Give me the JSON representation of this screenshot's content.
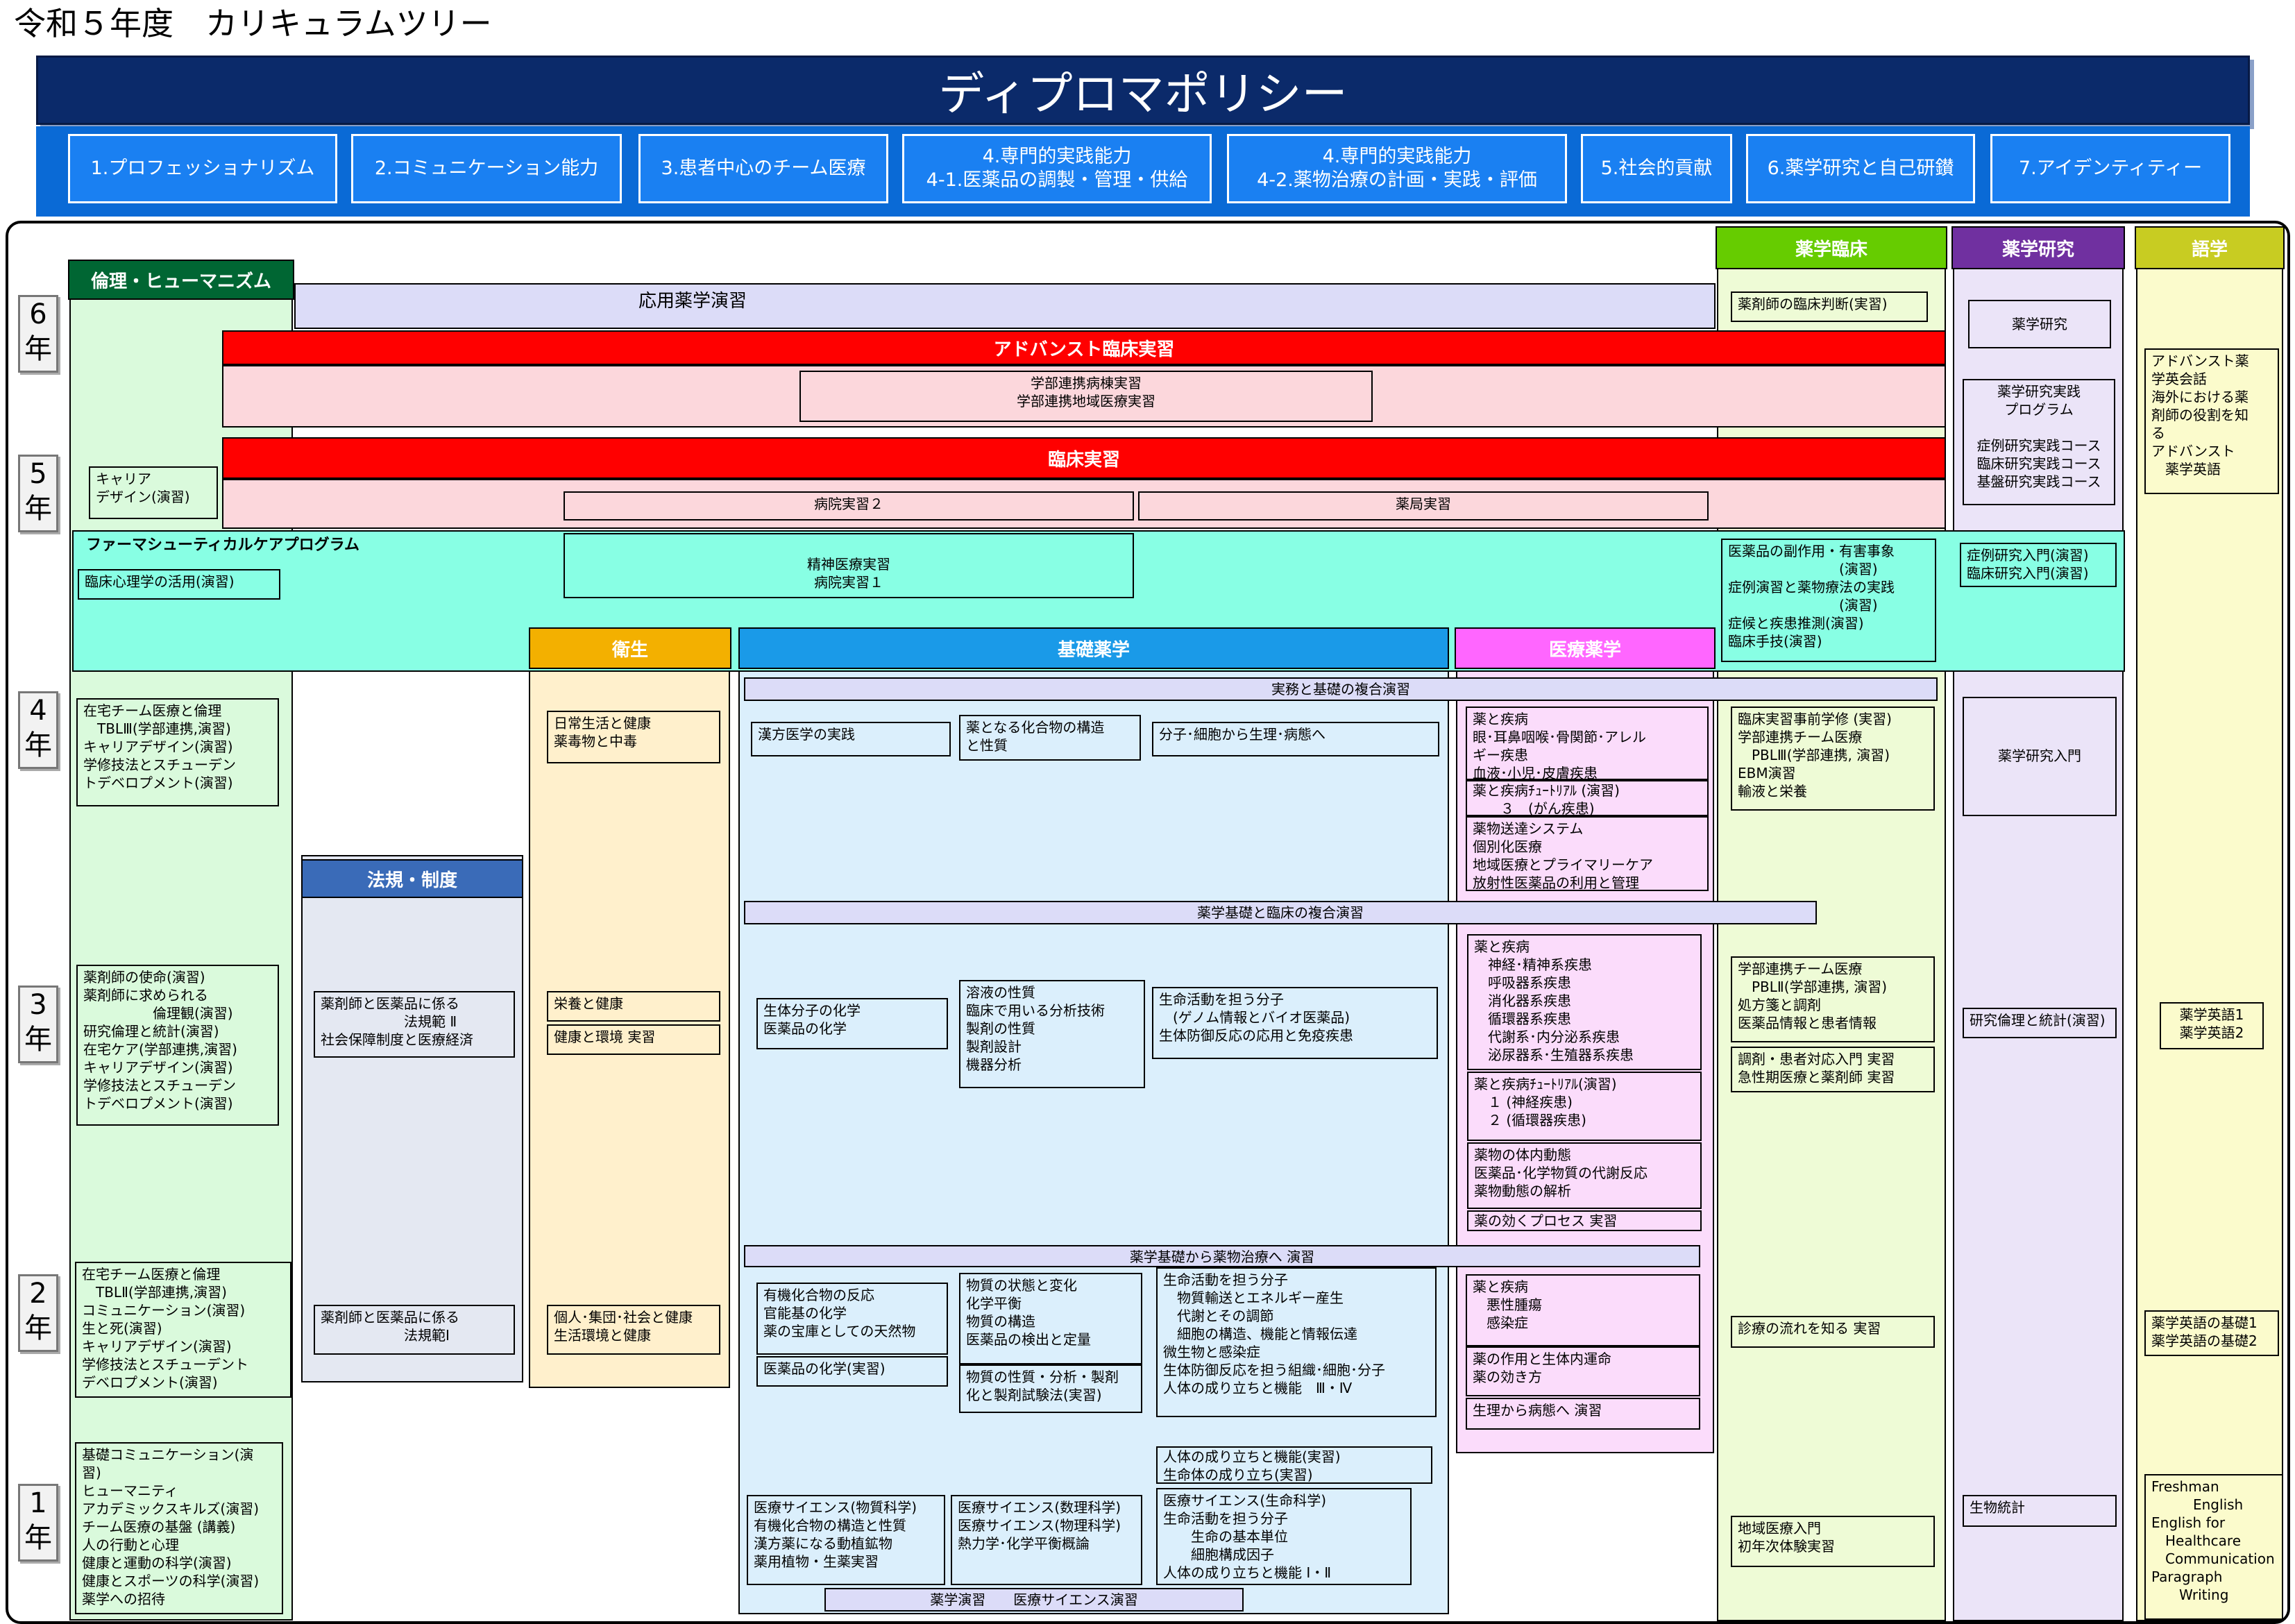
{
  "page_title": "令和５年度　カリキュラムツリー",
  "diploma_policy": {
    "title": "ディプロマポリシー",
    "items": [
      "1.プロフェッショナリズム",
      "2.コミュニケーション能力",
      "3.患者中心のチーム医療",
      "4.専門的実践能力\n4-1.医薬品の調製・管理・供給",
      "4.専門的実践能力\n4-2.薬物治療の計画・実践・評価",
      "5.社会的貢献",
      "6.薬学研究と自己研鑚",
      "7.アイデンティティー"
    ]
  },
  "years": [
    "6\n年",
    "5\n年",
    "4\n年",
    "3\n年",
    "2\n年",
    "1\n年"
  ],
  "headers": {
    "ethics": "倫理・ヒューマニズム",
    "clinical": "薬学臨床",
    "research": "薬学研究",
    "language": "語学",
    "hygiene": "衛生",
    "basic": "基礎薬学",
    "medical": "医療薬学",
    "law": "法規・制度",
    "advanced": "アドバンスト臨床実習",
    "practice": "臨床実習",
    "pharma_care": "ファーマシューティカルケアプログラム"
  },
  "bars": {
    "applied": "応用薬学演習",
    "jitsumu": "実務と基礎の複合演習",
    "kiso_rinsho": "薬学基礎と臨床の複合演習",
    "kiso_yakubutsu": "薬学基礎から薬物治療へ 演習",
    "yakugaku_enshu": "薬学演習　　医療サイエンス演習"
  },
  "boxes": {
    "gakubu_renkei": "学部連携病棟実習\n学部連携地域医療実習",
    "career5": "キャリア\nデザイン(演習)",
    "byoin2": "病院実習２",
    "yakkyoku": "薬局実習",
    "rinsho_shinri": "臨床心理学の活用(演習)",
    "seishin": "精神医療実習\n病院実習１",
    "eth4": "在宅チーム医療と倫理\n　TBLⅢ(学部連携,演習)\nキャリアデザイン(演習)\n学修技法とスチューデン\nトデベロプメント(演習)",
    "eth3": "薬剤師の使命(演習)\n薬剤師に求められる\n　　　　　倫理観(演習)\n研究倫理と統計(演習)\n在宅ケア(学部連携,演習)\nキャリアデザイン(演習)\n学修技法とスチューデン\nトデベロプメント(演習)",
    "eth2": "在宅チーム医療と倫理\n　TBLⅡ(学部連携,演習)\nコミュニケーション(演習)\n生と死(演習)\nキャリアデザイン(演習)\n学修技法とスチューデント\nデベロプメント(演習)",
    "eth1": "基礎コミュニケーション(演\n習)\nヒューマニティ\nアカデミックスキルズ(演習)\nチーム医療の基盤 (講義)\n人の行動と心理\n健康と運動の科学(演習)\n健康とスポーツの科学(演習)\n薬学への招待",
    "law3": "薬剤師と医薬品に係る\n　　　　　　法規範 Ⅱ\n社会保障制度と医療経済",
    "law2": "薬剤師と医薬品に係る\n　　　　　　法規範Ⅰ",
    "hyg4": "日常生活と健康\n薬毒物と中毒",
    "hyg3a": "栄養と健康",
    "hyg3b": "健康と環境 実習",
    "hyg2": "個人･集団･社会と健康\n生活環境と健康",
    "b4a": "漢方医学の実践",
    "b4b": "薬となる化合物の構造\nと性質",
    "b4c": "分子･細胞から生理･病態へ",
    "b3a": "生体分子の化学\n医薬品の化学",
    "b3b": "溶液の性質\n臨床で用いる分析技術\n製剤の性質\n製剤設計\n機器分析",
    "b3c": "生命活動を担う分子\n　(ゲノム情報とバイオ医薬品)\n生体防御反応の応用と免疫疾患",
    "b2a": "有機化合物の反応\n官能基の化学\n薬の宝庫としての天然物",
    "b2a2": "医薬品の化学(実習)",
    "b2b": "物質の状態と変化\n化学平衡\n物質の構造\n医薬品の検出と定量",
    "b2b2": "物質の性質・分析・製剤\n化と製剤試験法(実習)",
    "b2c": "生命活動を担う分子\n　物質輸送とエネルギー産生\n　代謝とその調節\n　細胞の構造、機能と情報伝達\n微生物と感染症\n生体防御反応を担う組織･細胞･分子\n人体の成り立ちと機能　Ⅲ・Ⅳ",
    "b1top": "人体の成り立ちと機能(実習)\n生命体の成り立ち(実習)",
    "b1a": "医療サイエンス(物質科学)\n有機化合物の構造と性質\n漢方薬になる動植鉱物\n薬用植物・生薬実習",
    "b1b": "医療サイエンス(数理科学)\n医療サイエンス(物理科学)\n熱力学･化学平衡概論",
    "b1c": "医療サイエンス(生命科学)\n生命活動を担う分子\n　　生命の基本単位\n　　細胞構成因子\n人体の成り立ちと機能 Ⅰ・Ⅱ",
    "m4a": "薬と疾病\n眼･耳鼻咽喉･骨関節･アレル\nギー疾患\n血液･小児･皮膚疾患",
    "m4b": "薬と疾病ﾁｭｰﾄﾘｱﾙ (演習)\n　　３　(がん疾患)",
    "m4c": "薬物送達システム\n個別化医療\n地域医療とプライマリーケア\n放射性医薬品の利用と管理",
    "m3a": "薬と疾病\n　神経･精神系疾患\n　呼吸器系疾患\n　消化器系疾患\n　循環器系疾患\n　代謝系･内分泌系疾患\n　泌尿器系･生殖器系疾患",
    "m3b": "薬と疾病ﾁｭｰﾄﾘｱﾙ(演習)\n　１ (神経疾患)\n　２ (循環器疾患)",
    "m3c": "薬物の体内動態\n医薬品･化学物質の代謝反応\n薬物動態の解析",
    "m3d": "薬の効くプロセス 実習",
    "m2a": "薬と疾病\n　悪性腫瘍\n　感染症",
    "m2b": "薬の作用と生体内運命\n薬の効き方",
    "m2c": "生理から病態へ 演習",
    "c6": "薬剤師の臨床判断(実習)",
    "c5": "医薬品の副作用・有害事象\n　　　　　　　　(演習)\n症例演習と薬物療法の実践\n　　　　　　　　(演習)\n症候と疾患推測(演習)\n臨床手技(演習)",
    "c4": "臨床実習事前学修 (実習)\n学部連携チーム医療\n　PBLⅢ(学部連携, 演習)\nEBM演習\n輸液と栄養",
    "c3a": "学部連携チーム医療\n　PBLⅡ(学部連携, 演習)\n処方箋と調剤\n医薬品情報と患者情報",
    "c3b": "調剤・患者対応入門 実習\n急性期医療と薬剤師 実習",
    "c2": "診療の流れを知る 実習",
    "c1": "地域医療入門\n初年次体験実習",
    "r6": "薬学研究",
    "r5": "薬学研究実践\nプログラム\n\n症例研究実践コース\n臨床研究実践コース\n基盤研究実践コース",
    "r5b": "症例研究入門(演習)\n臨床研究入門(演習)",
    "r4": "薬学研究入門",
    "r3": "研究倫理と統計(演習)",
    "r1": "生物統計",
    "l6": "アドバンスト薬\n学英会話\n海外における薬\n剤師の役割を知\nる\nアドバンスト\n　薬学英語",
    "l3": "薬学英語1\n薬学英語2",
    "l2": "薬学英語の基礎1\n薬学英語の基礎2",
    "l1": "Freshman\n　　　English\nEnglish for\n　Healthcare\n　Communication\nParagraph\n　　Writing"
  },
  "colors": {
    "ethics_header": "#006633",
    "ethics_bg": "#dafadc",
    "clinical_header": "#66cc00",
    "clinical_bg": "#eefbd6",
    "research_header": "#7030a0",
    "research_bg": "#ebe4f8",
    "language_header": "#c8cc22",
    "language_bg": "#fbfbcc",
    "hygiene_header": "#f3b000",
    "hygiene_bg": "#fff0cc",
    "basic_header": "#1a9ae8",
    "basic_bg": "#dbeffc",
    "medical_header": "#ff66ff",
    "medical_bg": "#fbdcfb",
    "law_header": "#3a6bb8",
    "law_bg": "#e4e8f2",
    "advanced_red": "#ff0000",
    "pharma_care_bg": "#88ffe4"
  }
}
